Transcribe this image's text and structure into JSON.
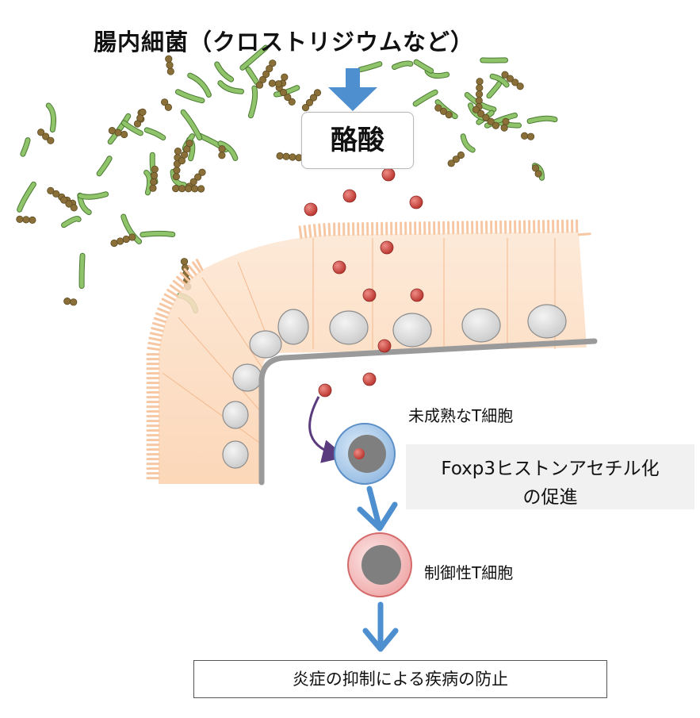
{
  "title": "腸内細菌（クロストリジウムなど）",
  "butyrate": "酪酸",
  "naive_t_cell": "未成熟なT細胞",
  "process": [
    "Foxp3ヒストンアセチル化",
    "の促進"
  ],
  "treg_cell": "制御性T細胞",
  "outcome": "炎症の抑制による疾病の防止",
  "colors": {
    "bacteria_rod": "#8fc46a",
    "bacteria_coccus": "#8a7038",
    "butyrate_molecule": "#c8403b",
    "epithelium": "#fbd3b1",
    "basement_membrane": "#9a9a9a",
    "arrow_blue": "#4e8fcf",
    "arrow_purple": "#5a3b7e",
    "naive_cell": "#a9c8e8",
    "treg_cell": "#f2b3b3"
  }
}
